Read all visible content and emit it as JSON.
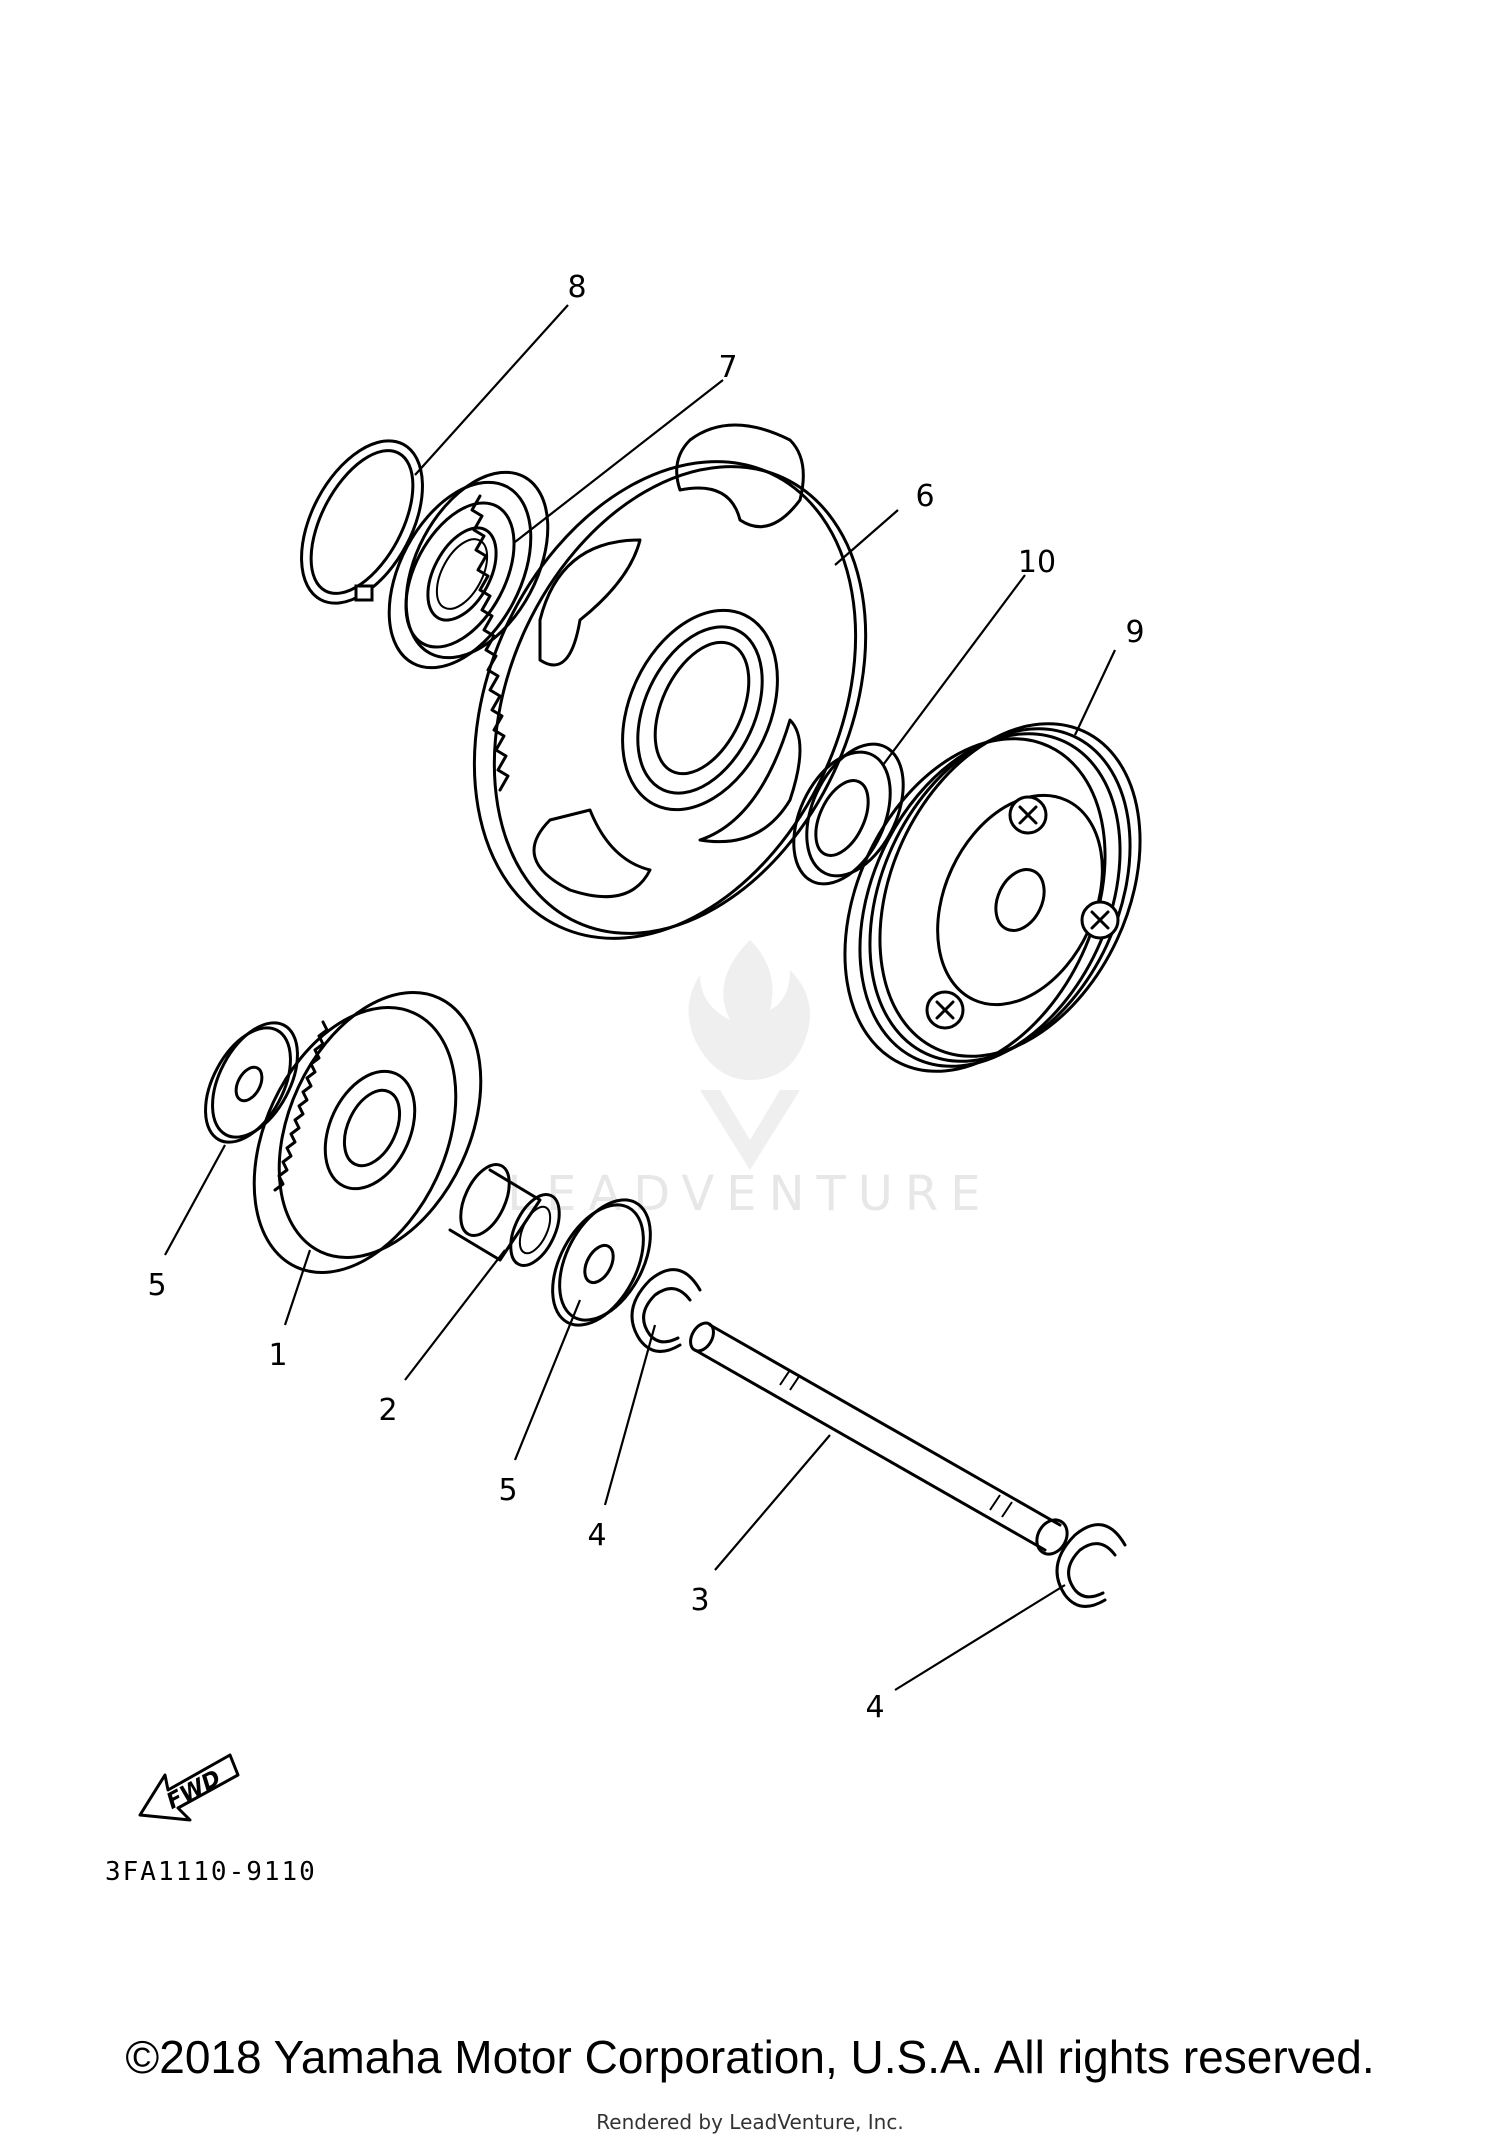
{
  "callouts": [
    {
      "id": "1",
      "label": "1"
    },
    {
      "id": "2",
      "label": "2"
    },
    {
      "id": "3",
      "label": "3"
    },
    {
      "id": "4a",
      "label": "4"
    },
    {
      "id": "4b",
      "label": "4"
    },
    {
      "id": "5a",
      "label": "5"
    },
    {
      "id": "5b",
      "label": "5"
    },
    {
      "id": "6",
      "label": "6"
    },
    {
      "id": "7",
      "label": "7"
    },
    {
      "id": "8",
      "label": "8"
    },
    {
      "id": "9",
      "label": "9"
    },
    {
      "id": "10",
      "label": "10"
    }
  ],
  "fwd_label": "FWD",
  "diagram_code": "3FA1110-9110",
  "watermark": "LEADVENTURE",
  "copyright": "©2018 Yamaha Motor Corporation, U.S.A. All rights reserved.",
  "rendered_by": "Rendered by LeadVenture, Inc."
}
